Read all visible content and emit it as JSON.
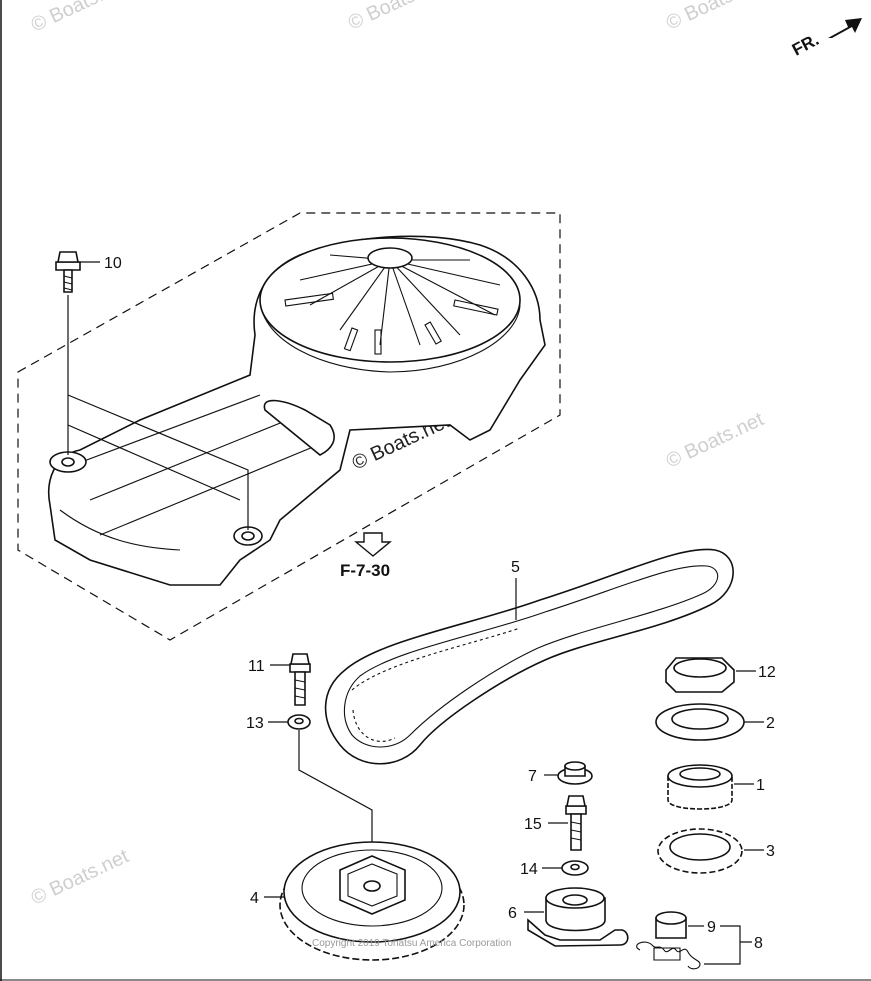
{
  "orientation": {
    "label": "FR."
  },
  "reference": {
    "label": "F-7-30"
  },
  "watermarks": [
    "© Boats.net",
    "© Boats.net",
    "© Boats.net",
    "© Boats.net",
    "© Boats.net",
    "© Boats.net"
  ],
  "copyright": "Copyright 2019 Tohatsu America Corporation",
  "callouts": {
    "c1": "1",
    "c2": "2",
    "c3": "3",
    "c4": "4",
    "c5": "5",
    "c6": "6",
    "c7": "7",
    "c8": "8",
    "c9": "9",
    "c10": "10",
    "c11": "11",
    "c12": "12",
    "c13": "13",
    "c14": "14",
    "c15": "15"
  }
}
